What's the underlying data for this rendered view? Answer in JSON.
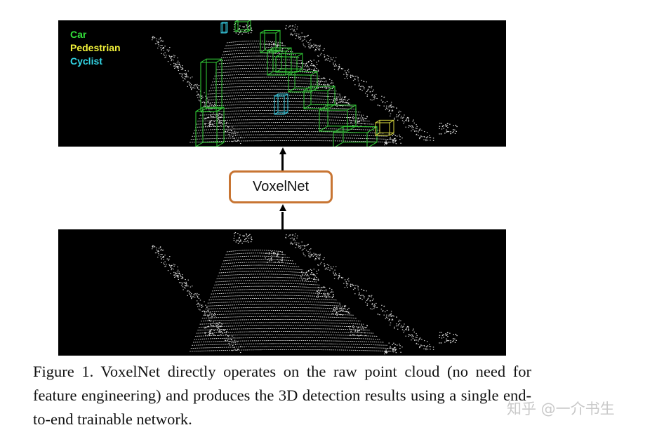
{
  "figure": {
    "legend": [
      {
        "label": "Car",
        "color": "#33e03a"
      },
      {
        "label": "Pedestrian",
        "color": "#f2f23a"
      },
      {
        "label": "Cyclist",
        "color": "#33d6e6"
      }
    ],
    "network_label": "VoxelNet",
    "box_border_color": "#c87533",
    "box_colors": {
      "car": "#2fbf34",
      "pedestrian": "#c8c83a",
      "cyclist": "#33bcd0"
    }
  },
  "caption": {
    "text": "Figure 1. VoxelNet directly operates on the raw point cloud (no need for feature engineering) and produces the 3D detection results using a single end-to-end trainable network."
  },
  "watermark": {
    "text": "知乎 @一介书生"
  }
}
